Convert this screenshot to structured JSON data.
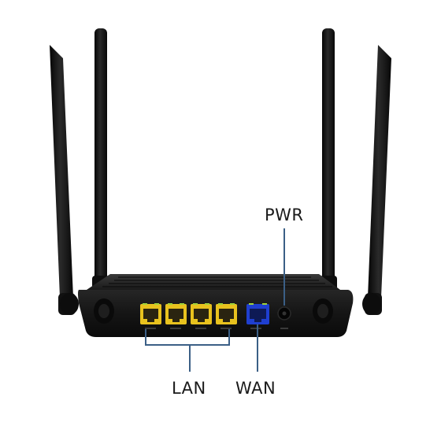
{
  "callouts": {
    "pwr": "PWR",
    "lan": "LAN",
    "wan": "WAN"
  },
  "colors": {
    "router_body": "#121212",
    "lan_port": "#e8c21e",
    "wan_port": "#1f3fd0",
    "callout_line": "#3b5f86",
    "background": "#ffffff"
  },
  "ports": {
    "lan_count": 4,
    "wan_count": 1
  }
}
